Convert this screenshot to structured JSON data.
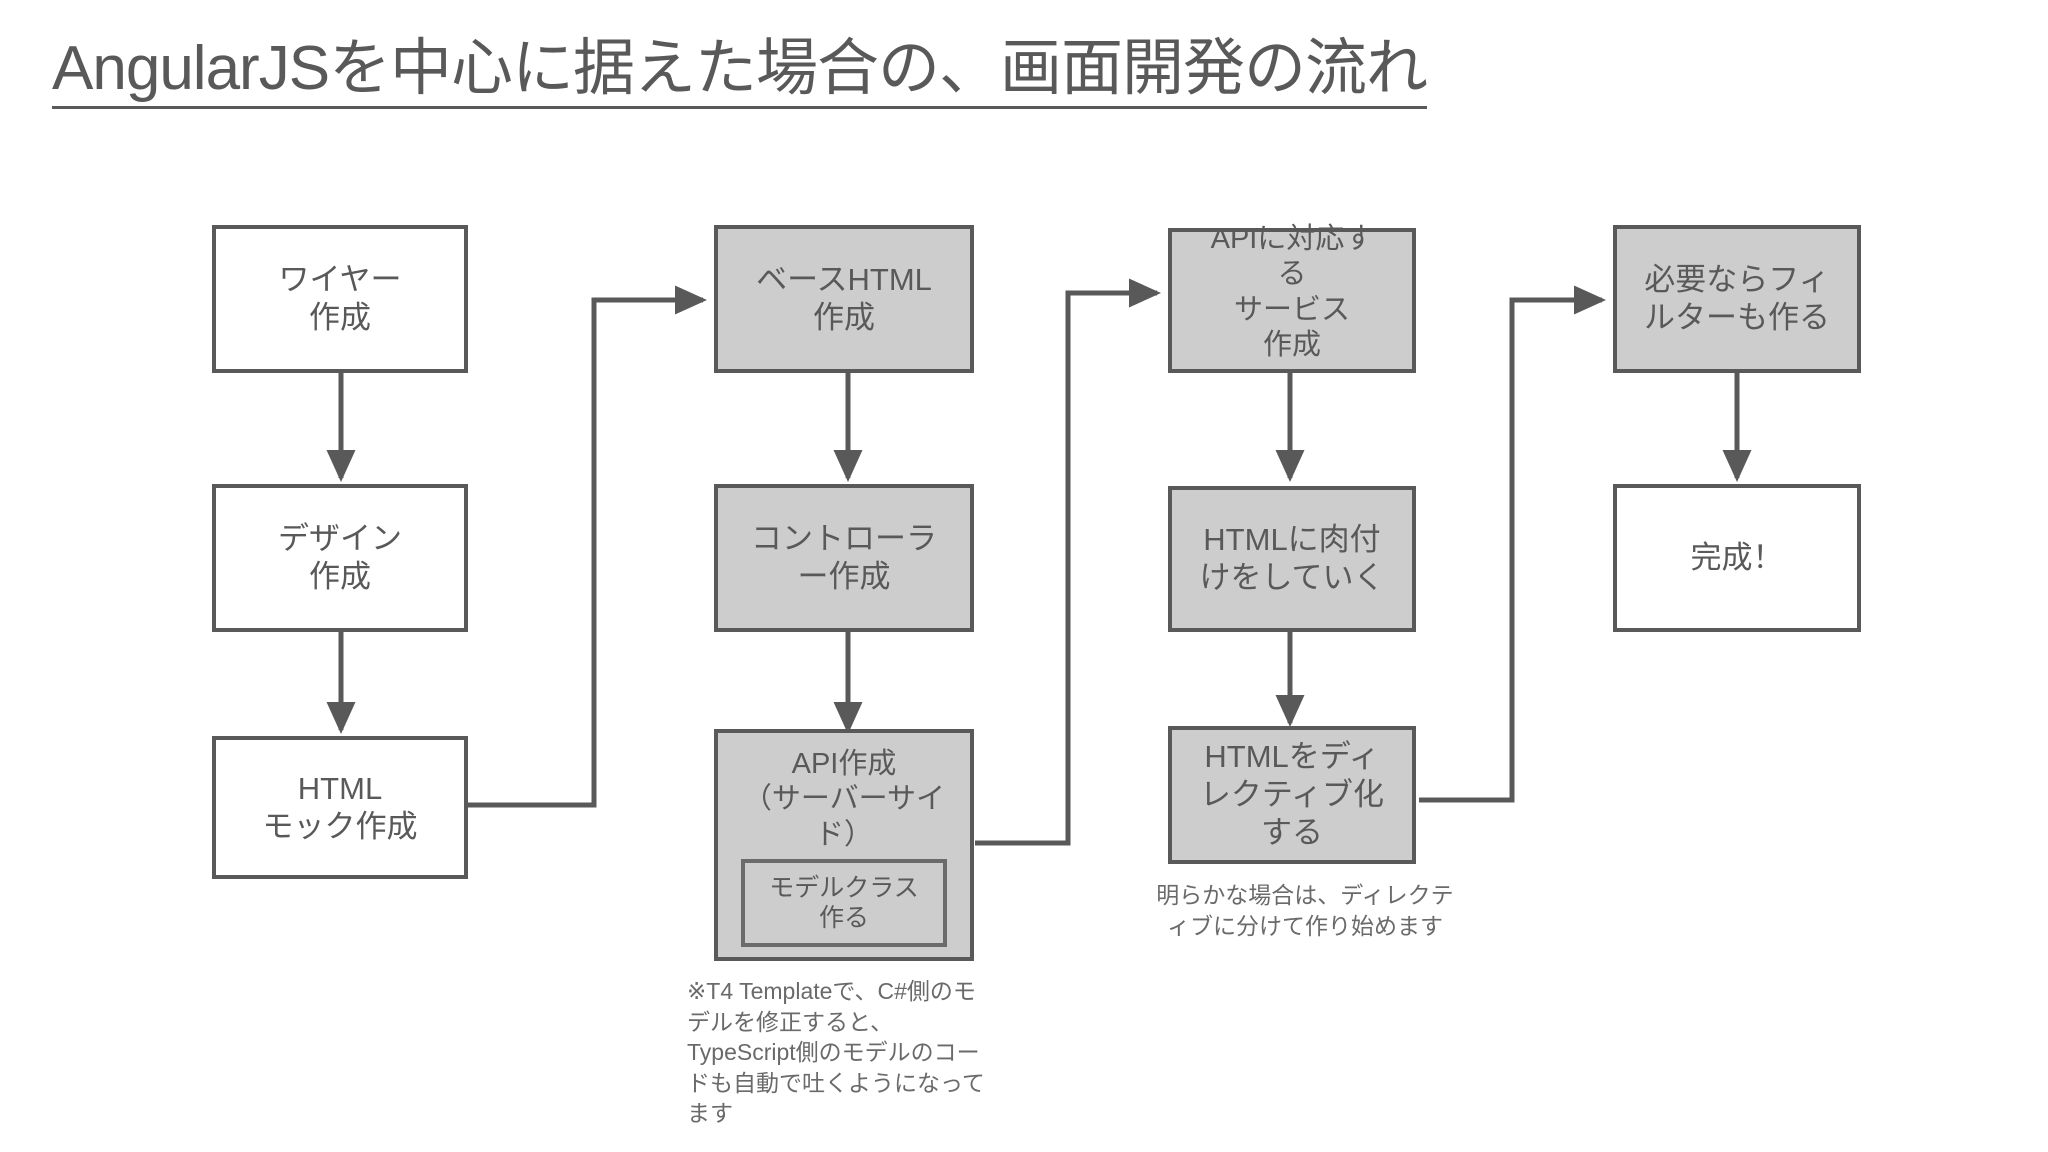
{
  "slide": {
    "title": "AngularJSを中心に据えた場合の、画面開発の流れ",
    "background_color": "#ffffff",
    "text_color": "#595959",
    "box_border_color": "#595959",
    "box_fill_gray": "#cdcdcd",
    "box_fill_white": "#ffffff",
    "connector_color": "#595959"
  },
  "flow": {
    "columns": [
      {
        "name": "design-column",
        "nodes": [
          {
            "id": "wireframe",
            "label": "ワイヤー\n作成",
            "fill": "white"
          },
          {
            "id": "design",
            "label": "デザイン\n作成",
            "fill": "white"
          },
          {
            "id": "html-mock",
            "label": "HTML\nモック作成",
            "fill": "white"
          }
        ]
      },
      {
        "name": "frontend-base-column",
        "nodes": [
          {
            "id": "base-html",
            "label": "ベースHTML\n作成",
            "fill": "gray"
          },
          {
            "id": "controller",
            "label": "コントローラ\nー作成",
            "fill": "gray"
          },
          {
            "id": "api",
            "label": "API作成\n（サーバーサイ\nド）",
            "fill": "gray",
            "subbox": {
              "id": "model-class",
              "label": "モデルクラス\n作る",
              "fill": "gray"
            }
          }
        ]
      },
      {
        "name": "service-column",
        "nodes": [
          {
            "id": "api-service",
            "label": "APIに対応す\nる\nサービス\n作成",
            "fill": "gray"
          },
          {
            "id": "html-flesh-out",
            "label": "HTMLに肉付\nけをしていく",
            "fill": "gray"
          },
          {
            "id": "html-directive",
            "label": "HTMLをディ\nレクティブ化\nする",
            "fill": "gray"
          }
        ]
      },
      {
        "name": "finish-column",
        "nodes": [
          {
            "id": "filter",
            "label": "必要ならフィ\nルターも作る",
            "fill": "gray"
          },
          {
            "id": "complete",
            "label": "完成！",
            "fill": "white"
          }
        ]
      }
    ],
    "notes": [
      {
        "id": "t4-template-note",
        "text": "※T4 Templateで、C#側のモ\nデルを修正すると、\nTypeScript側のモデルのコー\nドも自動で吐くようになって\nます"
      },
      {
        "id": "directive-note",
        "text": "明らかな場合は、ディレクテ\nィブに分けて作り始めます"
      }
    ],
    "connector_count": 11
  }
}
